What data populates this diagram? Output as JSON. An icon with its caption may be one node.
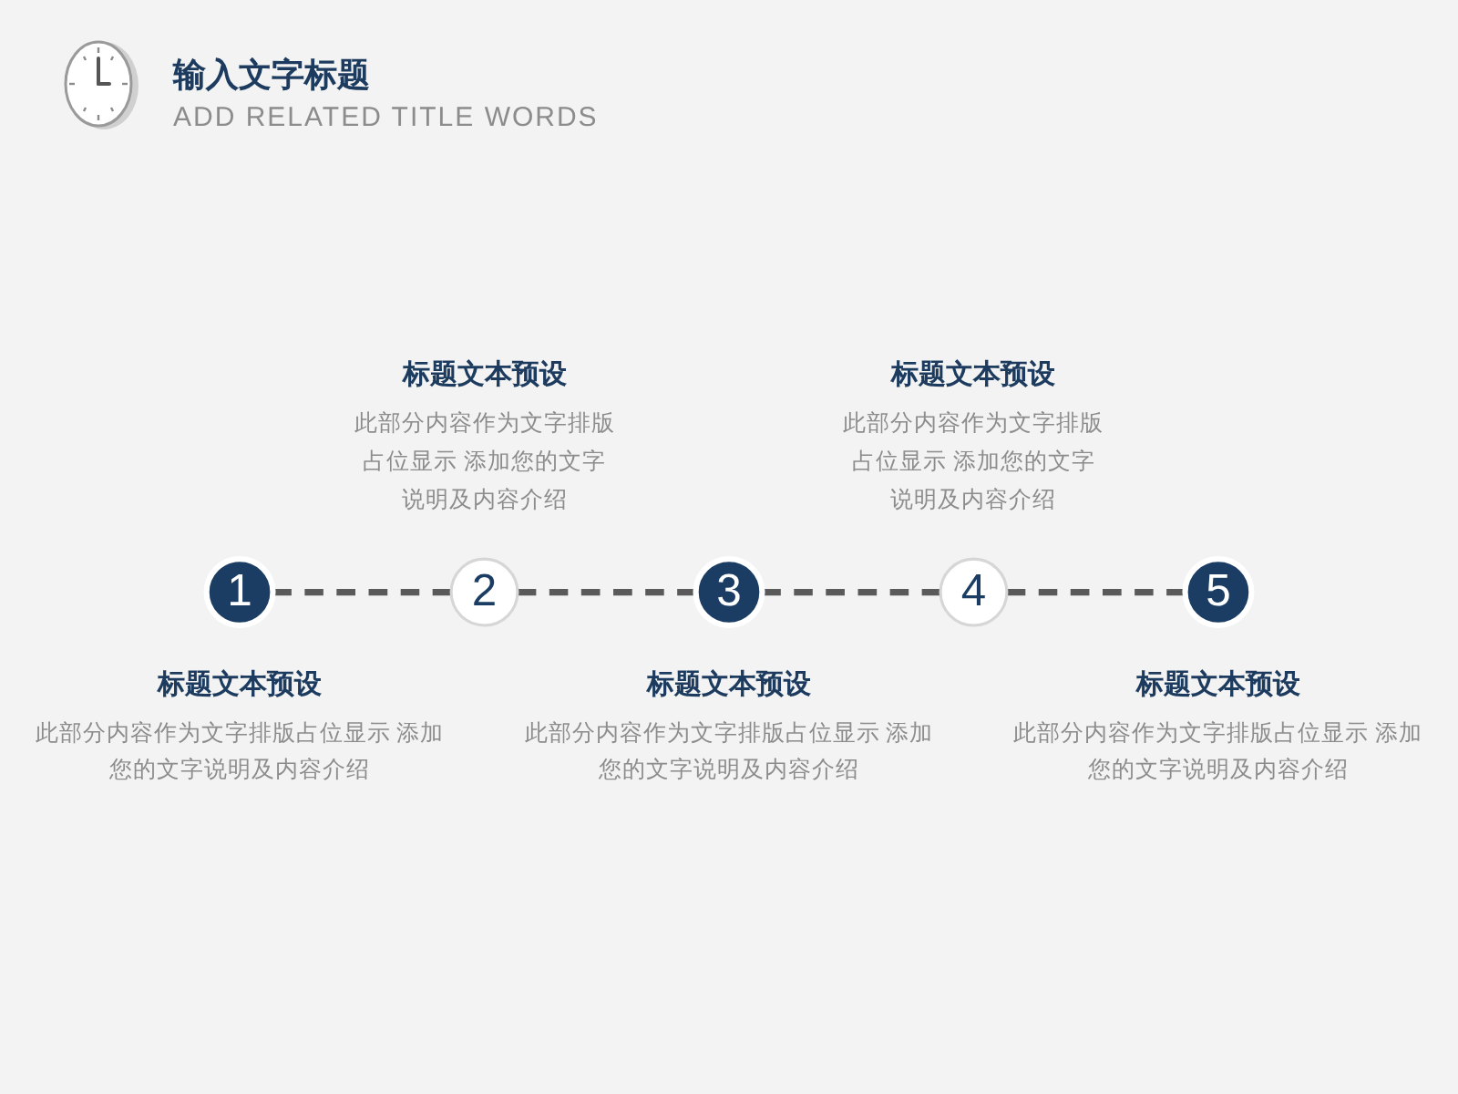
{
  "diagram": {
    "title": "输入文字标题",
    "nodes": [
      {
        "text": [
          "1"
        ],
        "beside": [
          "标题文本预设",
          "此部分内容作为文字排版占位显示 添加您的文字说明及内容介绍"
        ]
      },
      {
        "text": [
          "2"
        ],
        "beside": [
          "标题文本预设",
          "此部分内容作为文字排版占位显示 添加您的文字说明及内容介绍"
        ]
      },
      {
        "text": [
          "3"
        ],
        "beside": [
          "标题文本预设",
          "此部分内容作为文字排版占位显示 添加您的文字说明及内容介绍"
        ]
      },
      {
        "text": [
          "4"
        ],
        "beside": [
          "标题文本预设",
          "此部分内容作为文字排版占位显示 添加您的文字说明及内容介绍"
        ]
      },
      {
        "text": [
          "5"
        ],
        "beside": [
          "标题文本预设",
          "此部分内容作为文字排版占位显示 添加您的文字说明及内容介绍"
        ]
      }
    ],
    "edges": [
      {
        "from": 0,
        "to": 1,
        "arrow": "none",
        "style": "dashed"
      },
      {
        "from": 1,
        "to": 2,
        "arrow": "none",
        "style": "dashed"
      },
      {
        "from": 2,
        "to": 3,
        "arrow": "none",
        "style": "dashed"
      },
      {
        "from": 3,
        "to": 4,
        "arrow": "none",
        "style": "dashed"
      }
    ],
    "labels": [
      "ADD RELATED TITLE WORDS"
    ]
  }
}
